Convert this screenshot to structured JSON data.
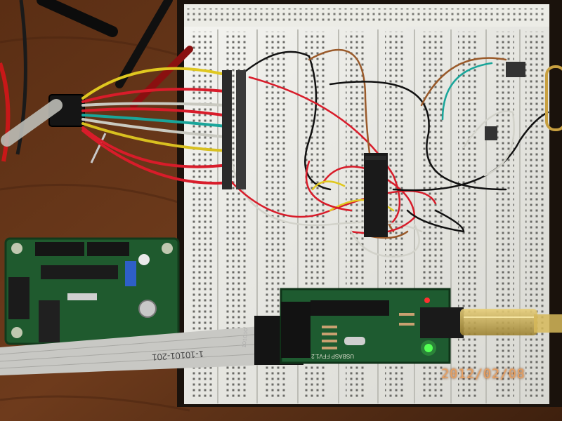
{
  "photo": {
    "date_stamp": "2012/02/08",
    "ribbon_cable_label": "1-10101-201",
    "programmer_board_label": "USBASP FFV1.2",
    "connector_label": "1O1O1O"
  },
  "colors": {
    "table_wood": "#6b3a1c",
    "breadboard": "#eeeeea",
    "pcb_green": "#1f5a2e",
    "ribbon_cable": "#c8c8c4",
    "usb_cable": "#d6b85a",
    "led_green": "#55ff55",
    "led_red": "#ff3030",
    "date_stamp": "#e8a060"
  }
}
